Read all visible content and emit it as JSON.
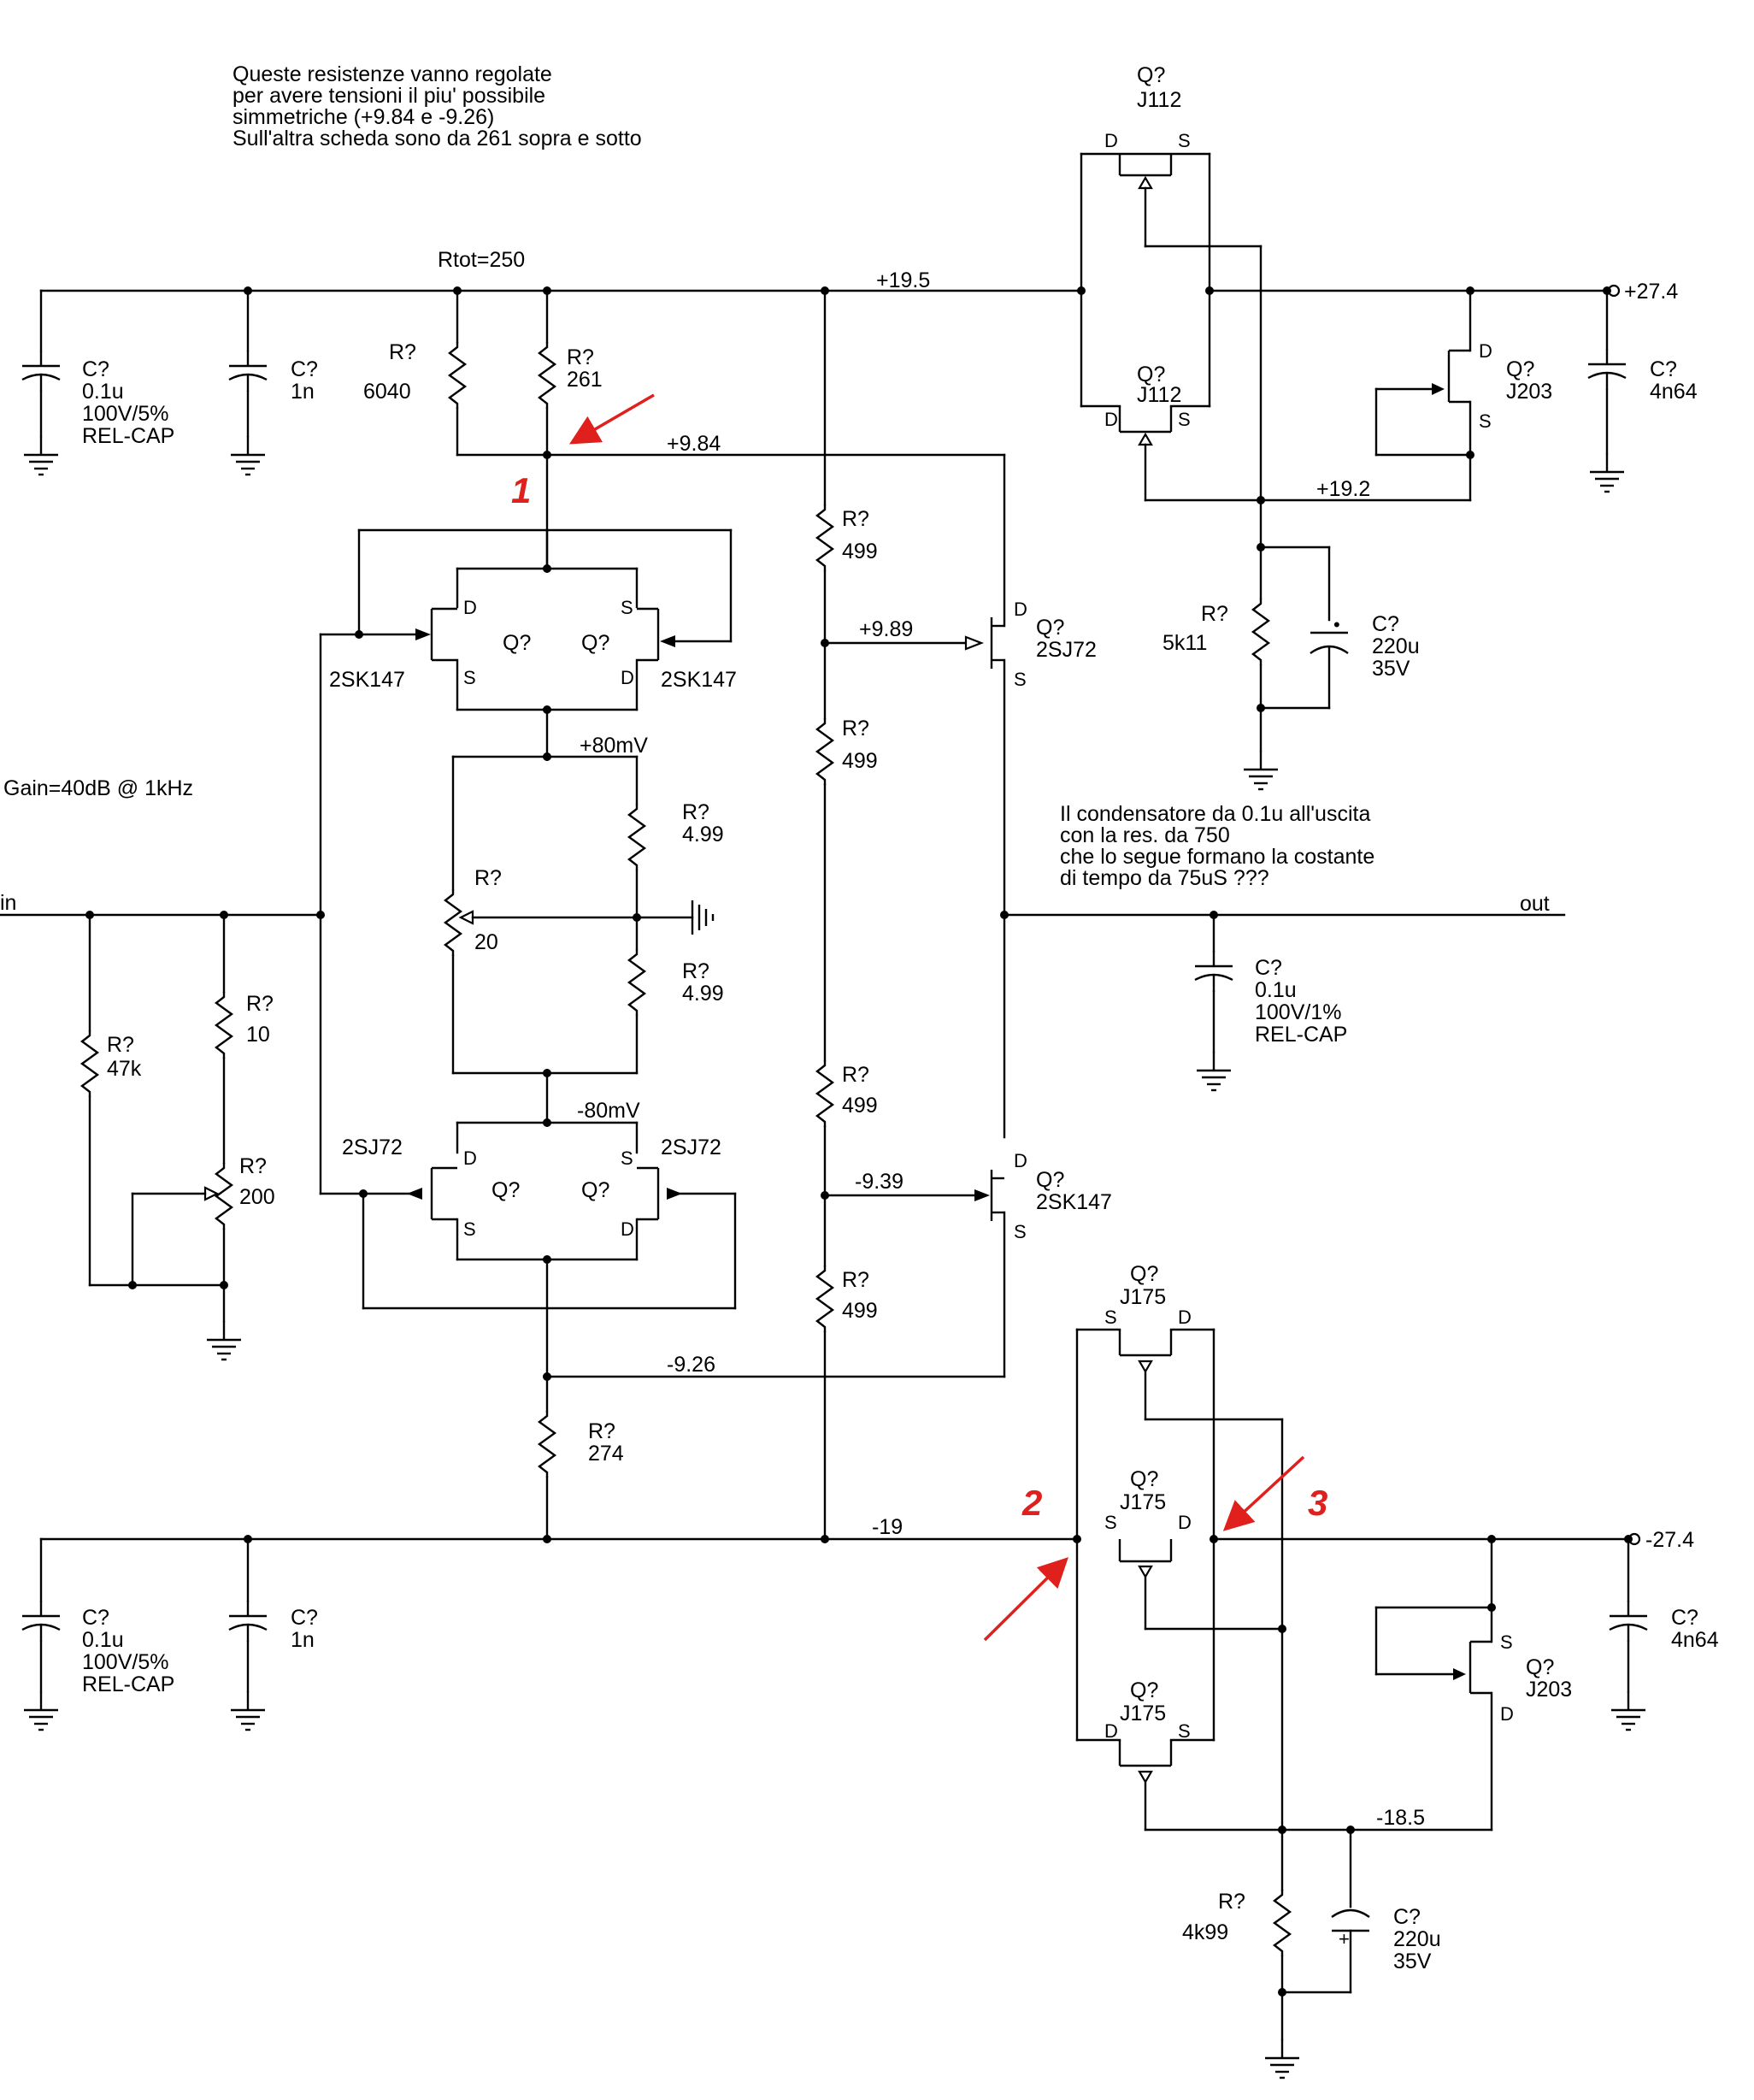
{
  "notes": {
    "top": [
      "Queste resistenze vanno regolate",
      "per avere tensioni il piu' possibile",
      "simmetriche (+9.84 e -9.26)",
      "Sull'altra scheda sono da 261 sopra e sotto"
    ],
    "right": [
      "Il condensatore da 0.1u all'uscita",
      "con la res. da 750",
      "che lo segue formano la costante",
      "di tempo da 75uS ???"
    ],
    "gain": "Gain=40dB @ 1kHz",
    "rtot": "Rtot=250"
  },
  "ports": {
    "in": "in",
    "out": "out",
    "vpos": "+27.4",
    "vneg": "-27.4"
  },
  "nets": {
    "v195": "+19.5",
    "v984": "+9.84",
    "v192": "+19.2",
    "v989": "+9.89",
    "p80": "+80mV",
    "m80": "-80mV",
    "m939": "-9.39",
    "m926": "-9.26",
    "m19": "-19",
    "m185": "-18.5"
  },
  "designator": {
    "r": "R?",
    "c": "C?",
    "q": "Q?"
  },
  "pins": {
    "d": "D",
    "s": "S"
  },
  "values": {
    "c01u": "0.1u",
    "v100_5": "100V/5%",
    "relcap": "REL-CAP",
    "c1n": "1n",
    "r6040": "6040",
    "r261": "261",
    "r499": "499",
    "r5k11": "5k11",
    "c220u": "220u",
    "v35": "35V",
    "c4n64": "4n64",
    "r499s": "4.99",
    "r20": "20",
    "r10": "10",
    "r47k": "47k",
    "r200": "200",
    "v100_1": "100V/1%",
    "r274": "274",
    "r4k99": "4k99"
  },
  "parts": {
    "j112": "J112",
    "j203": "J203",
    "sk147": "2SK147",
    "sj72": "2SJ72",
    "j175": "J175"
  },
  "markers": [
    "1",
    "2",
    "3"
  ],
  "colors": {
    "wire": "#000000",
    "annotation": "#e0201c",
    "background": "#ffffff"
  }
}
